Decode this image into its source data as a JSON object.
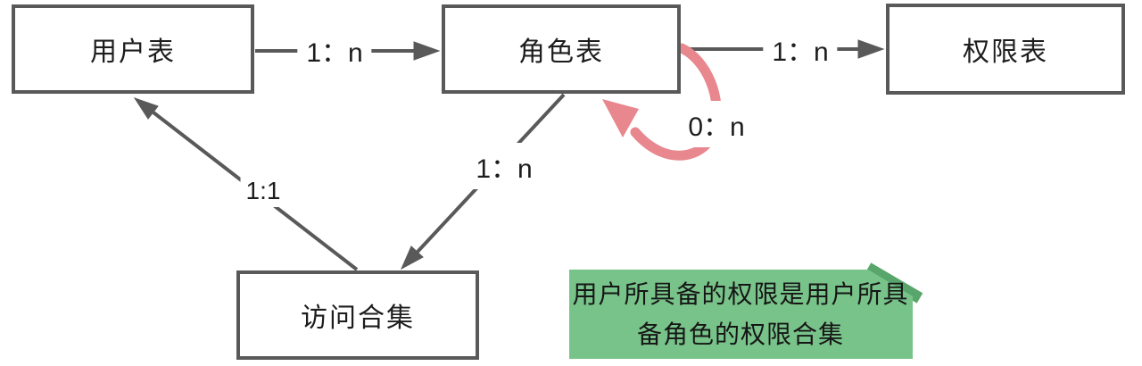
{
  "diagram": {
    "title_hint": "RBAC entity relationship diagram",
    "boxes": [
      {
        "id": "user-table",
        "label": "用户表"
      },
      {
        "id": "role-table",
        "label": "角色表"
      },
      {
        "id": "permission-table",
        "label": "权限表"
      },
      {
        "id": "access-set",
        "label": "访问合集"
      }
    ],
    "edges": [
      {
        "from": "用户表",
        "to": "角色表",
        "label": "1：n",
        "style": "straight-gray"
      },
      {
        "from": "角色表",
        "to": "权限表",
        "label": "1：n",
        "style": "straight-gray"
      },
      {
        "from": "角色表",
        "to": "访问合集",
        "label": "1：n",
        "style": "straight-gray"
      },
      {
        "from": "访问合集",
        "to": "用户表",
        "label": "1:1",
        "style": "straight-gray"
      },
      {
        "from": "角色表",
        "to": "角色表",
        "label": "0：n",
        "style": "curved-pink-self-loop"
      }
    ],
    "note": {
      "line1": "用户所具备的权限是用户所具",
      "line2": "备角色的权限合集"
    },
    "colors": {
      "line_gray": "#595959",
      "box_border": "#595959",
      "self_loop_pink": "#e8878d",
      "note_fill": "#78c389",
      "note_fold": "#58a66b",
      "text": "#1d1d1d"
    }
  }
}
